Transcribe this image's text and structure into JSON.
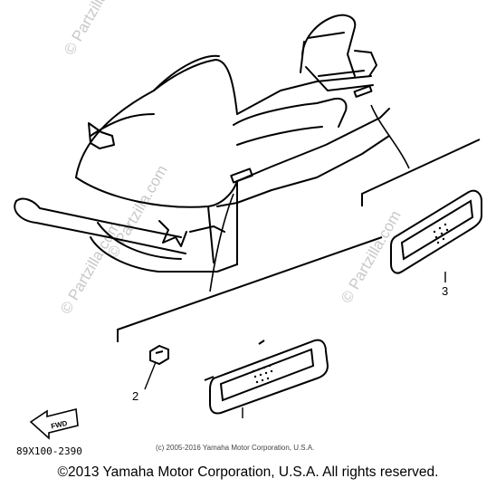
{
  "diagram": {
    "drawing_code": "89X100-2390",
    "inline_copyright": "(c) 2005-2016 Yamaha Motor Corporation, U.S.A.",
    "fwd_label": "FWD",
    "callouts": [
      {
        "id": "1",
        "label": "2",
        "part": "nut"
      },
      {
        "id": "2",
        "label": "3",
        "part": "side reflector"
      }
    ],
    "watermark": "© Partzilla.com"
  },
  "footer": {
    "copyright": "©2013 Yamaha Motor Corporation, U.S.A. All rights reserved."
  }
}
